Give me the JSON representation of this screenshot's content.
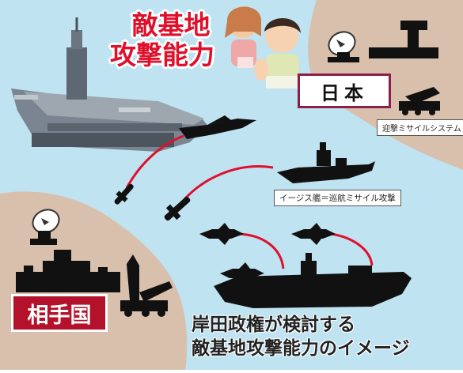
{
  "headline": {
    "line1": "敵基地",
    "line2": "攻撃能力"
  },
  "labels": {
    "japan": "日本",
    "enemy_country": "相手国",
    "interceptor_system": "迎撃ミサイルシステム",
    "aegis_cruise": "イージス艦＝巡航ミサイル攻撃"
  },
  "caption": {
    "line1": "岸田政権が検討する",
    "line2": "敵基地攻撃能力のイメージ"
  },
  "colors": {
    "sea": "#bfe3f1",
    "land": "#d8c0ad",
    "headline_red": "#e0102b",
    "trajectory_red": "#e0102b",
    "japan_border": "#8c1f4a",
    "enemy_tag": "#b3122a",
    "silhouette": "#111111"
  },
  "icons": [
    "aircraft-carrier-photo",
    "couple-illustration",
    "radar-dish-icon",
    "control-tower-icon",
    "interceptor-launcher-icon",
    "fighter-jet-icon",
    "missile-icon",
    "destroyer-icon",
    "amphibious-ship-icon",
    "airbase-icon",
    "ballistic-missile-launcher-icon"
  ]
}
